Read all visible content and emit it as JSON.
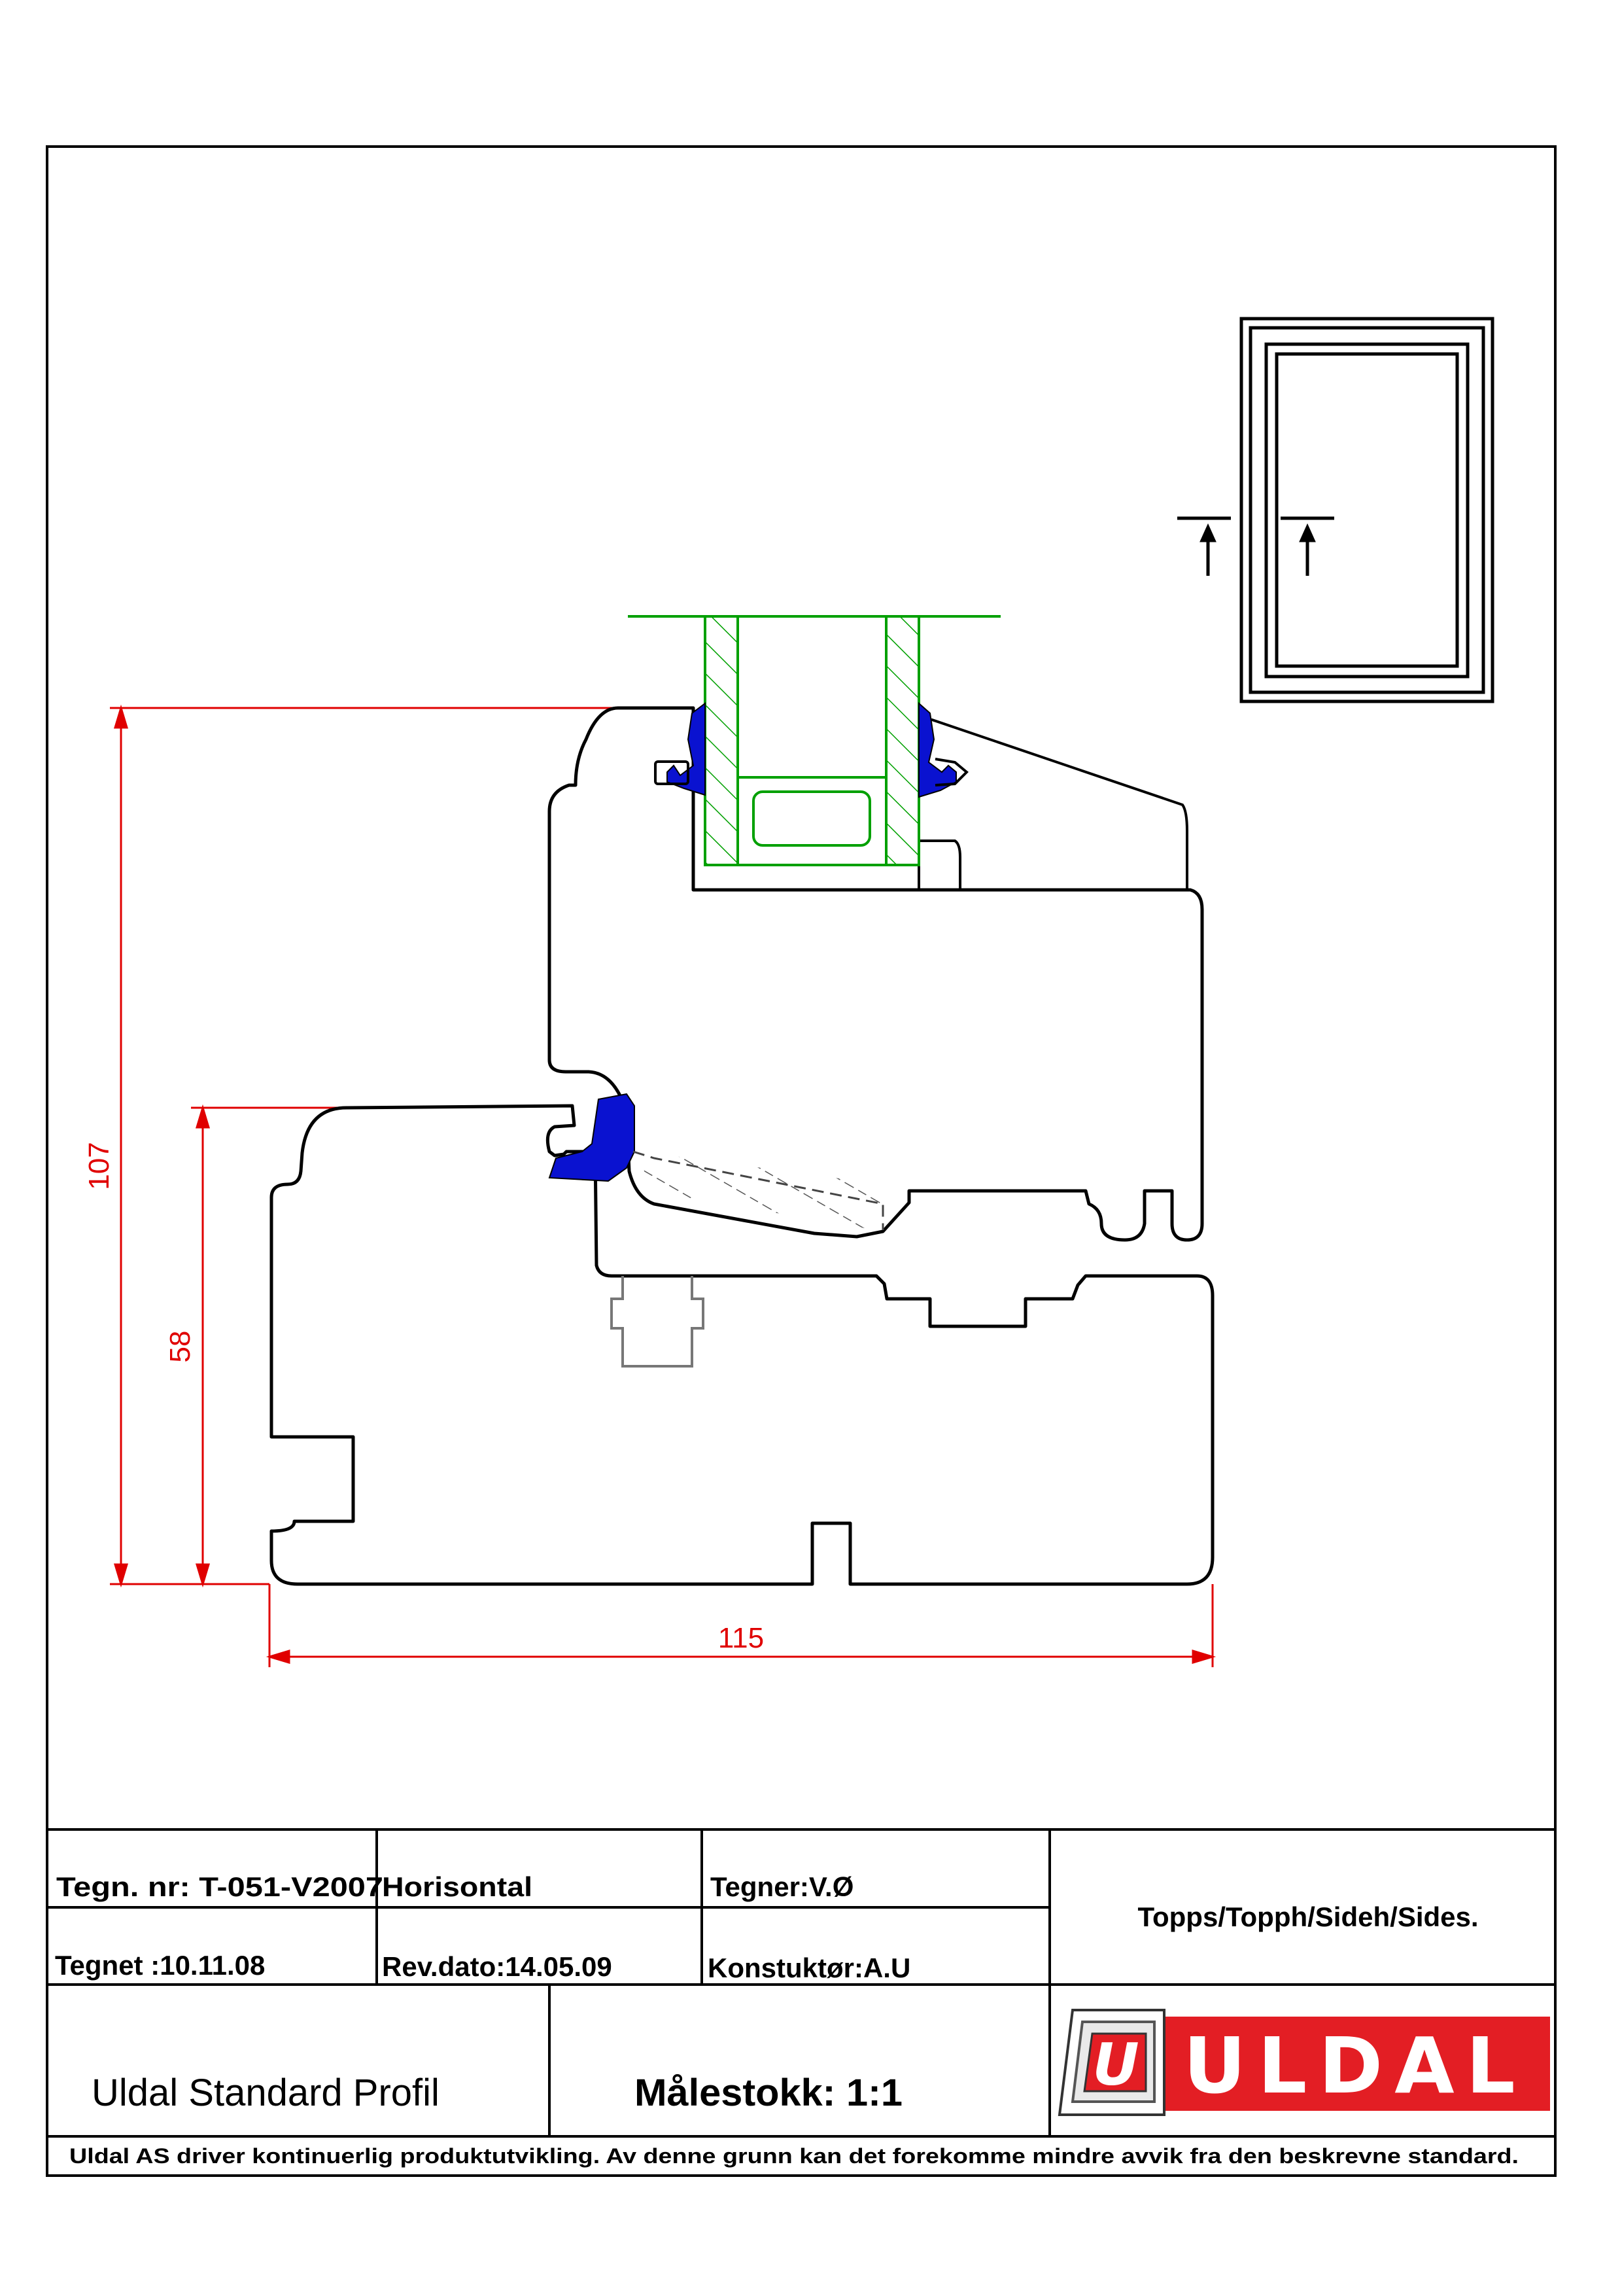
{
  "dimensions": {
    "height_total": "107",
    "height_frame": "58",
    "width_total": "115"
  },
  "title_block": {
    "drawing_number": "Tegn. nr: T-051-V2007",
    "orientation": "Horisontal",
    "drawn_by": "Tegner:V.Ø",
    "drawn_date": "Tegnet :10.11.08",
    "revision_date": "Rev.dato:14.05.09",
    "designer": "Konstuktør:A.U",
    "position": "Topps/Topph/Sideh/Sides.",
    "profile_name": "Uldal Standard Profil",
    "scale": "Målestokk: 1:1",
    "disclaimer": "Uldal AS driver kontinuerlig produktutvikling. Av denne grunn kan det forekomme mindre avvik fra den beskrevne standard.",
    "logo_text": "ULDAL",
    "logo_letter": "U"
  },
  "colors": {
    "dimension": "#e00000",
    "glass": "#00a000",
    "gasket": "#0a12d0",
    "outline": "#000000",
    "logo_red": "#e31e24"
  }
}
